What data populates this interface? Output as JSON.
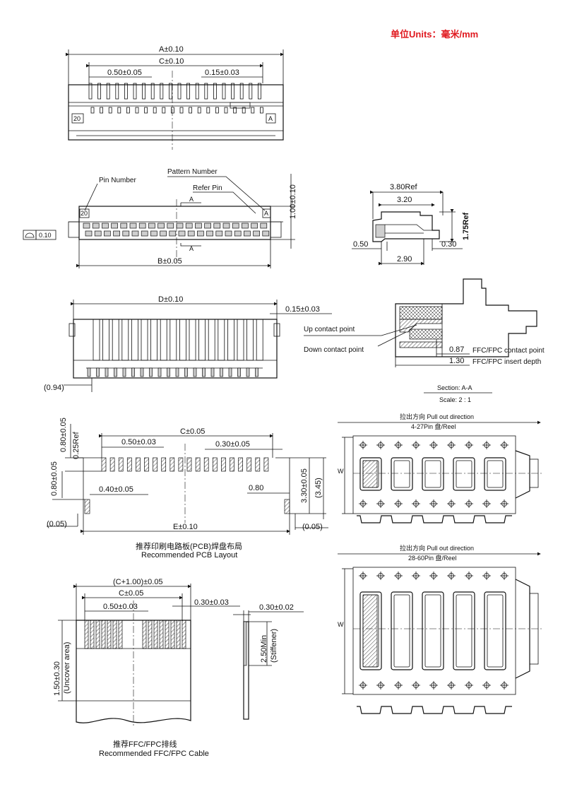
{
  "units_label": "单位Units：毫米/mm",
  "top_view": {
    "dim_a": "A±0.10",
    "dim_c": "C±0.10",
    "dim_pitch": "0.50±0.05",
    "dim_pin_width": "0.15±0.03",
    "mark_pin": "20",
    "mark_a": "A"
  },
  "bottom_view": {
    "pin_number": "Pin Number",
    "pattern_number": "Pattern Number",
    "refer_pin": "Refer Pin",
    "dim_height": "1.00±0.10",
    "dim_b": "B±0.05",
    "flatness": "0.10",
    "mark_pin": "20",
    "mark_a": "A",
    "section_mark": "A"
  },
  "side_view": {
    "dim_ref_width": "3.80Ref",
    "dim_width": "3.20",
    "dim_height_ref": "1.75Ref",
    "dim_left": "0.50",
    "dim_right": "0.30",
    "dim_bottom": "2.90"
  },
  "front_view": {
    "dim_d": "D±0.10",
    "dim_tab": "0.15±0.03",
    "dim_offset": "(0.94)"
  },
  "section": {
    "up_contact": "Up contact point",
    "down_contact": "Down contact point",
    "val_contact": "0.87",
    "label_contact": "FFC/FPC contact point",
    "val_insert": "1.30",
    "label_insert": "FFC/FPC insert depth",
    "title": "Section: A-A",
    "scale": "Scale: 2 : 1"
  },
  "pcb_layout": {
    "dim_c": "C±0.05",
    "dim_pitch": "0.50±0.03",
    "dim_pad_w": "0.30±0.05",
    "dim_080": "0.80±0.05",
    "dim_025": "0.25Ref",
    "dim_080b": "0.80±0.05",
    "dim_040": "0.40±0.05",
    "dim_080c": "0.80",
    "dim_330": "3.30±0.05",
    "dim_345": "(3.45)",
    "dim_005l": "(0.05)",
    "dim_005r": "(0.05)",
    "dim_e": "E±0.10",
    "caption_cn": "推荐印刷电路板(PCB)焊盘布局",
    "caption_en": "Recommended PCB Layout"
  },
  "cable": {
    "dim_c1": "(C+1.00)±0.05",
    "dim_c": "C±0.05",
    "dim_pitch": "0.50±0.03",
    "dim_w": "0.30±0.03",
    "dim_thk": "0.30±0.02",
    "dim_stiffener": "2.50Min",
    "stiffener_label": "(Stiffener)",
    "dim_uncover": "1.50±0.30",
    "uncover_label": "(Uncover area)",
    "caption_cn": "推荐FFC/FPC排线",
    "caption_en": "Recommended FFC/FPC Cable"
  },
  "reel_small": {
    "pull_dir": "拉出方向 Pull out direction",
    "spec": "4-27Pin 盘/Reel",
    "w_label": "W"
  },
  "reel_large": {
    "pull_dir": "拉出方向 Pull out direction",
    "spec": "28-60Pin 盘/Reel",
    "w_label": "W"
  }
}
